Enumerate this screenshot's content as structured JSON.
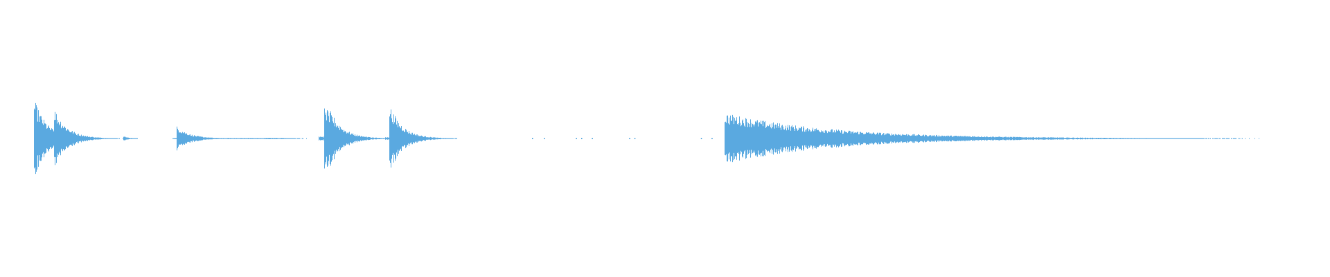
{
  "waveform": {
    "color": "#5aa9e0",
    "background": "#ffffff",
    "bursts": [
      {
        "t": 0.026,
        "amp": 0.95,
        "decay": 0.01
      },
      {
        "t": 0.041,
        "amp": 0.74,
        "decay": 0.01
      },
      {
        "t": 0.093,
        "amp": 0.06,
        "decay": 0.004
      },
      {
        "t": 0.133,
        "amp": 0.3,
        "decay": 0.01
      },
      {
        "t": 0.2,
        "amp": 0.02,
        "decay": 0.02
      },
      {
        "t": 0.244,
        "amp": 0.94,
        "decay": 0.008
      },
      {
        "t": 0.248,
        "amp": 0.7,
        "decay": 0.01
      },
      {
        "t": 0.256,
        "amp": 0.2,
        "decay": 0.008
      },
      {
        "t": 0.293,
        "amp": 0.82,
        "decay": 0.01
      },
      {
        "t": 0.545,
        "amp": 0.62,
        "decay": 0.08
      }
    ],
    "noise_segments": [
      {
        "start": 0.026,
        "end": 0.06,
        "amp": 0.03
      },
      {
        "start": 0.13,
        "end": 0.215,
        "amp": 0.015
      },
      {
        "start": 0.24,
        "end": 0.275,
        "amp": 0.05
      },
      {
        "start": 0.29,
        "end": 0.315,
        "amp": 0.03
      },
      {
        "start": 0.545,
        "end": 0.63,
        "amp": 0.04
      },
      {
        "start": 0.825,
        "end": 0.868,
        "amp": 0.008
      }
    ],
    "dots": [
      0.4,
      0.409,
      0.433,
      0.437,
      0.445,
      0.473,
      0.477,
      0.527,
      0.535,
      0.637,
      0.739
    ]
  }
}
